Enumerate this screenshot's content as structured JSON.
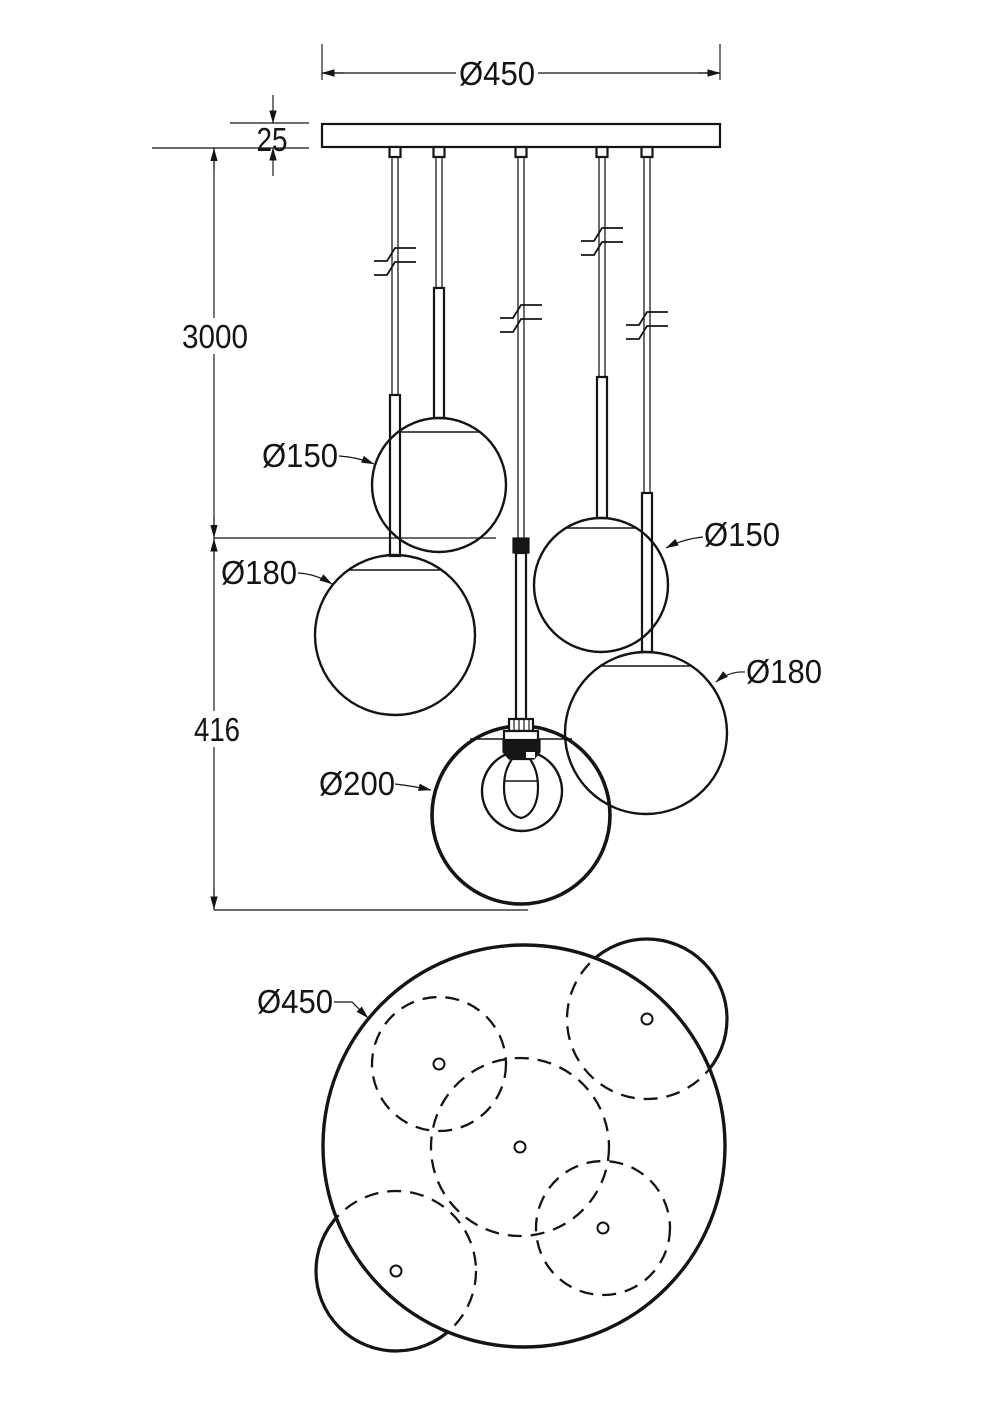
{
  "drawing": {
    "side_view": {
      "dim_canopy_diameter": "Ø450",
      "dim_canopy_thickness": "25",
      "dim_suspension_length": "3000",
      "dim_cluster_height": "416",
      "label_shade_150_left": "Ø150",
      "label_shade_180_left": "Ø180",
      "label_shade_150_right": "Ø150",
      "label_shade_180_right": "Ø180",
      "label_shade_200_center": "Ø200"
    },
    "top_view": {
      "dim_canopy_diameter": "Ø450"
    },
    "values": {
      "canopy_diameter_mm": 450,
      "canopy_thickness_mm": 25,
      "suspension_max_length_mm": 3000,
      "shade_cluster_height_mm": 416,
      "shade_diameters_mm": [
        180,
        150,
        200,
        150,
        180
      ]
    }
  }
}
